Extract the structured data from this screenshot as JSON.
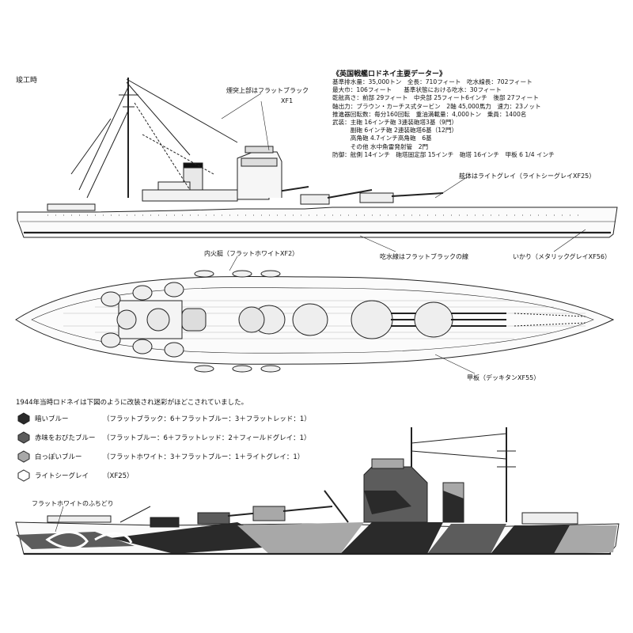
{
  "header": {
    "period_label": "竣工時"
  },
  "specs": {
    "title": "《英国戦艦ロドネイ主要データー》",
    "lines": [
      "基準排水量：35,000トン　全長：710フィート　吃水線長：702フィート",
      "最大巾：106フィート　　基準状態における吃水：30フィート",
      "乾舷高さ：前部 29フィート　中央部 25フィート6インチ　後部 27フィート",
      "軸出力：ブラウン・カーチス式タービン　2軸 45,000馬力　速力：23ノット",
      "推進器回転数：毎分160回転　重油満載量：4,000トン　乗員：1400名",
      "武装：主砲 16インチ砲 3連装砲塔3基（9門）",
      "　　　副砲 6インチ砲 2連装砲塔6基（12門）",
      "　　　高角砲 4.7インチ高角砲　6基",
      "　　　その他 水中魚雷発射管　2門",
      "防御：舷側 14インチ　砲塔固定部 15インチ　砲塔 16インチ　甲板 6 1/4 インチ"
    ]
  },
  "annotations": {
    "funnel_top": "煙突上部はフラットブラック",
    "funnel_code": "XF1",
    "hull_color": "舷体はライトグレイ（ライトシーグレイXF25）",
    "boats": "内火艇（フラットホワイトXF2）",
    "waterline": "吃水線はフラットブラックの線",
    "anchor": "いかり（メタリックグレイXF56）",
    "deck": "甲板（デッキタンXF55）",
    "border": "フラットホワイトのふちどり"
  },
  "camo_intro": "1944年当時ロドネイは下図のように改装され迷彩がほどこされていました。",
  "legend": [
    {
      "name": "暗いブルー",
      "mix": "（フラットブラック：6＋フラットブルー：3＋フラットレッド：1）",
      "color": "#2a2a2a",
      "icon": "dark-blue-hexagon-icon"
    },
    {
      "name": "赤味をおびたブルー",
      "mix": "（フラットブルー：6＋フラットレッド：2＋フィールドグレイ：1）",
      "color": "#5c5c5c",
      "icon": "reddish-blue-hexagon-icon"
    },
    {
      "name": "白っぽいブルー",
      "mix": "（フラットホワイト：3＋フラットブルー：1＋ライトグレイ：1）",
      "color": "#a8a8a8",
      "icon": "whitish-blue-hexagon-icon"
    },
    {
      "name": "ライトシーグレイ",
      "mix": "（XF25）",
      "color": "#ffffff",
      "icon": "light-sea-grey-hexagon-icon"
    }
  ]
}
